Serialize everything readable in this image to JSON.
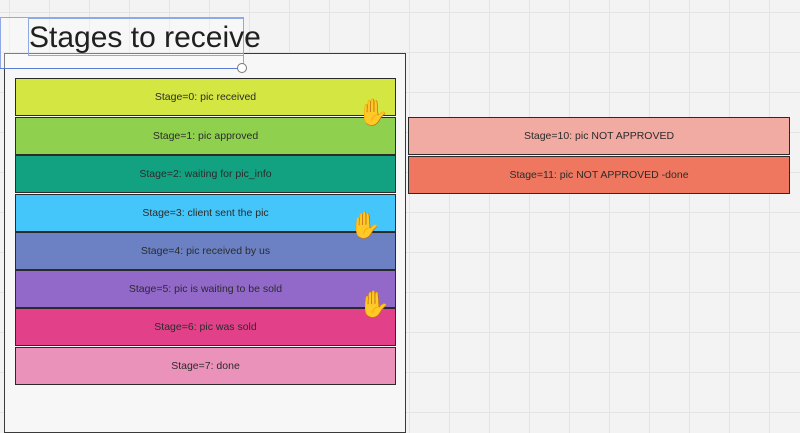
{
  "board": {
    "title": "Stages to receive"
  },
  "stages": [
    {
      "label": "Stage=0: pic received",
      "color": "#d3e641"
    },
    {
      "label": "Stage=1: pic approved",
      "color": "#8fd14f"
    },
    {
      "label": "Stage=2: waiting for pic_info",
      "color": "#12a282"
    },
    {
      "label": "Stage=3: client sent the pic",
      "color": "#44c6fa"
    },
    {
      "label": "Stage=4: pic received by us",
      "color": "#6c81c4"
    },
    {
      "label": "Stage=5: pic is waiting to be sold",
      "color": "#9269c9"
    },
    {
      "label": "Stage=6: pic was sold",
      "color": "#e2418a"
    },
    {
      "label": "Stage=7: done",
      "color": "#ea92b9"
    }
  ],
  "not_approved": [
    {
      "label": "Stage=10: pic NOT APPROVED",
      "color": "#f2aba2"
    },
    {
      "label": "Stage=11: pic NOT APPROVED -done",
      "color": "#f0775f"
    }
  ],
  "reactions": [
    {
      "icon": "raised-hand-icon",
      "glyph": "✋"
    },
    {
      "icon": "raised-hand-icon",
      "glyph": "✋"
    },
    {
      "icon": "raised-hand-icon",
      "glyph": "✋"
    }
  ]
}
